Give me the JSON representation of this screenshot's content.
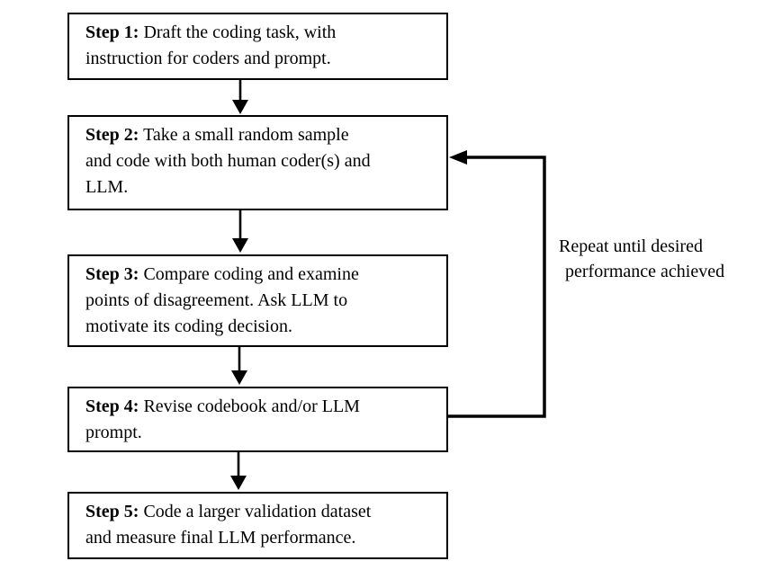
{
  "diagram": {
    "steps": [
      {
        "label": "Step 1:",
        "lines": [
          "Draft the coding task, with",
          "instruction for coders and prompt."
        ]
      },
      {
        "label": "Step 2:",
        "lines": [
          "Take a small random sample",
          "and code with both human coder(s) and",
          "LLM."
        ]
      },
      {
        "label": "Step 3:",
        "lines": [
          "Compare coding and examine",
          "points of disagreement. Ask LLM to",
          "motivate its coding decision."
        ]
      },
      {
        "label": "Step 4:",
        "lines": [
          "Revise codebook and/or LLM",
          "prompt."
        ]
      },
      {
        "label": "Step 5:",
        "lines": [
          "Code a larger validation dataset",
          "and measure final LLM performance."
        ]
      }
    ],
    "feedback_label": {
      "line1": "Repeat until desired",
      "line2": "performance achieved"
    },
    "colors": {
      "line": "#000000",
      "box_border": "#000000",
      "box_fill": "#ffffff",
      "background": "#ffffff",
      "text": "#000000"
    }
  }
}
